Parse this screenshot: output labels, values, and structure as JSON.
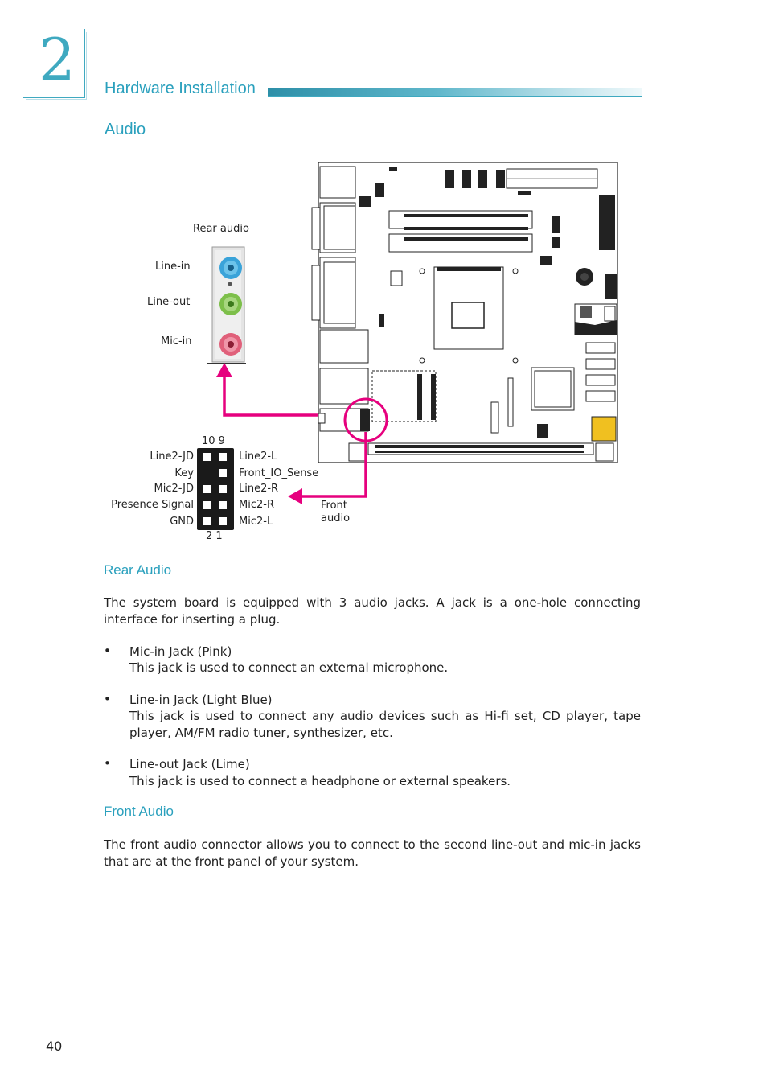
{
  "chapter": {
    "number": "2",
    "title": "Hardware Installation"
  },
  "heading": "Audio",
  "figure": {
    "rear_audio_label": "Rear audio",
    "jack_labels": [
      "Line-in",
      "Line-out",
      "Mic-in"
    ],
    "header_top_pins": "10  9",
    "header_bottom_pins": "2  1",
    "left_pin_labels": [
      "Line2-JD",
      "Key",
      "Mic2-JD",
      "Presence Signal",
      "GND"
    ],
    "right_pin_labels": [
      "Line2-L",
      "Front_IO_Sense",
      "Line2-R",
      "Mic2-R",
      "Mic2-L"
    ],
    "front_audio_label_1": "Front",
    "front_audio_label_2": "audio",
    "colors": {
      "magenta": "#e6007e",
      "line_in": "#3aa3d9",
      "line_out": "#7dbf4a",
      "mic_in": "#e0607a",
      "accent": "#2aa0bd"
    }
  },
  "rear_audio": {
    "heading": "Rear Audio",
    "intro": "The system board is equipped with 3 audio jacks. A jack is a one-hole connecting interface for inserting a plug.",
    "items": [
      {
        "title": "Mic-in Jack (Pink)",
        "desc": "This jack is used to connect an external microphone."
      },
      {
        "title": "Line-in Jack (Light Blue)",
        "desc": "This jack is used to connect any audio devices such as Hi-fi set, CD player, tape player, AM/FM radio tuner, synthesizer, etc."
      },
      {
        "title": "Line-out Jack (Lime)",
        "desc": "This jack is used to connect a headphone or external speakers."
      }
    ]
  },
  "front_audio": {
    "heading": "Front Audio",
    "text": "The front audio connector allows you to connect to the second line-out and mic-in jacks that are at the front panel of your system."
  },
  "page_number": "40"
}
